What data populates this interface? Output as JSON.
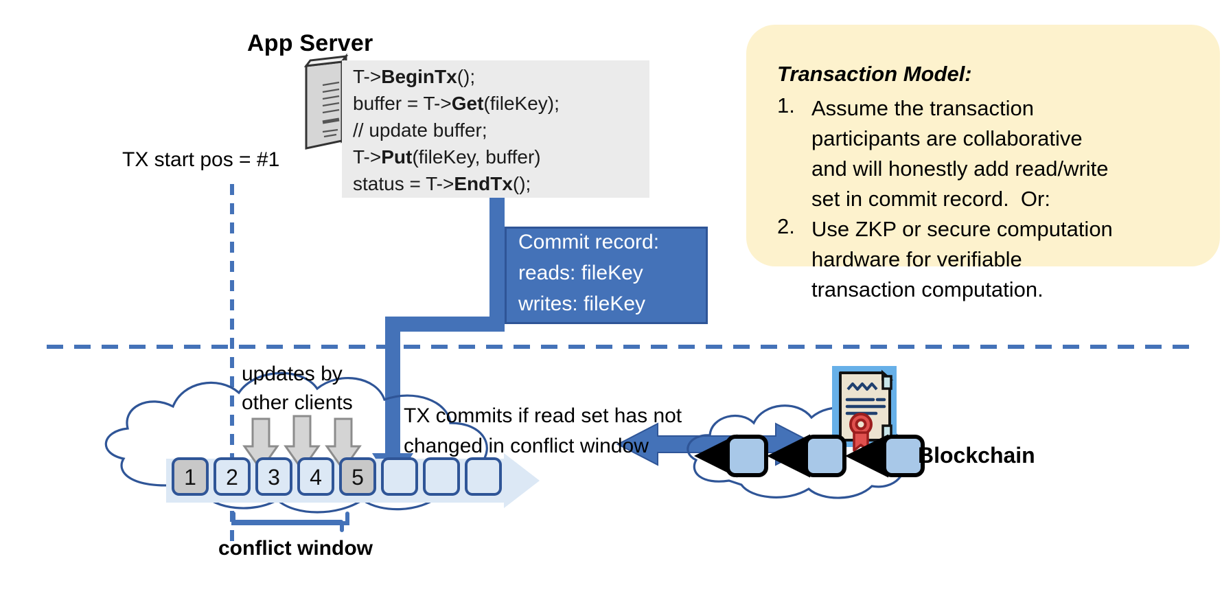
{
  "title": "Transaction model over a shared log with blockchain",
  "app_server": {
    "title": "App Server",
    "icon": "server-tower-icon",
    "code": [
      {
        "pre": "T->",
        "bold": "BeginTx",
        "post": "();"
      },
      {
        "pre": "buffer = T->",
        "bold": "Get",
        "post": "(fileKey);"
      },
      {
        "pre": "// update buffer;",
        "bold": "",
        "post": ""
      },
      {
        "pre": "T->",
        "bold": "Put",
        "post": "(fileKey, buffer)"
      },
      {
        "pre": "status = T->",
        "bold": "EndTx",
        "post": "();"
      }
    ]
  },
  "commit_record": {
    "lines": [
      "Commit record:",
      "reads: fileKey",
      "writes: fileKey"
    ],
    "fill_color": "#4472b8",
    "border_color": "#2f5597"
  },
  "transaction_model": {
    "title": "Transaction Model:",
    "panel_color": "#fdf2cd",
    "items": [
      {
        "number": "1.",
        "lines": [
          "Assume the transaction",
          "participants are collaborative",
          "and will honestly add read/write",
          "set in commit record.  Or:"
        ]
      },
      {
        "number": "2.",
        "lines": [
          "Use ZKP or secure computation",
          "hardware for verifiable",
          "transaction computation."
        ]
      }
    ]
  },
  "labels": {
    "tx_start_pos": "TX start pos = #1",
    "updates_by_other_clients": [
      "updates by",
      "other clients"
    ],
    "tx_commits": [
      "TX commits if read set has not",
      "changed in conflict window"
    ],
    "conflict_window": "conflict window",
    "blockchain": "Blockchain"
  },
  "ledger": {
    "cells": [
      {
        "label": "1",
        "state": "filled"
      },
      {
        "label": "2",
        "state": "empty"
      },
      {
        "label": "3",
        "state": "empty"
      },
      {
        "label": "4",
        "state": "empty"
      },
      {
        "label": "5",
        "state": "filled"
      },
      {
        "label": "",
        "state": "empty"
      },
      {
        "label": "",
        "state": "empty"
      },
      {
        "label": "",
        "state": "empty"
      }
    ],
    "empty_color": "#dce8f5",
    "filled_color": "#c8c8c8",
    "border_color": "#2f5597",
    "update_arrows": 3,
    "commit_arrow_target_cell": "5"
  },
  "blockchain": {
    "contract_icon": "certificate-seal-icon",
    "block_count": 3,
    "block_color": "#a8c8e8",
    "sync_arrow": "double-headed-arrow"
  },
  "colors": {
    "accent_blue": "#4472b8",
    "dark_blue": "#2f5597",
    "cloud_stroke": "#2f5597",
    "code_bg": "#ebebeb",
    "panel_yellow": "#fdf2cd"
  }
}
